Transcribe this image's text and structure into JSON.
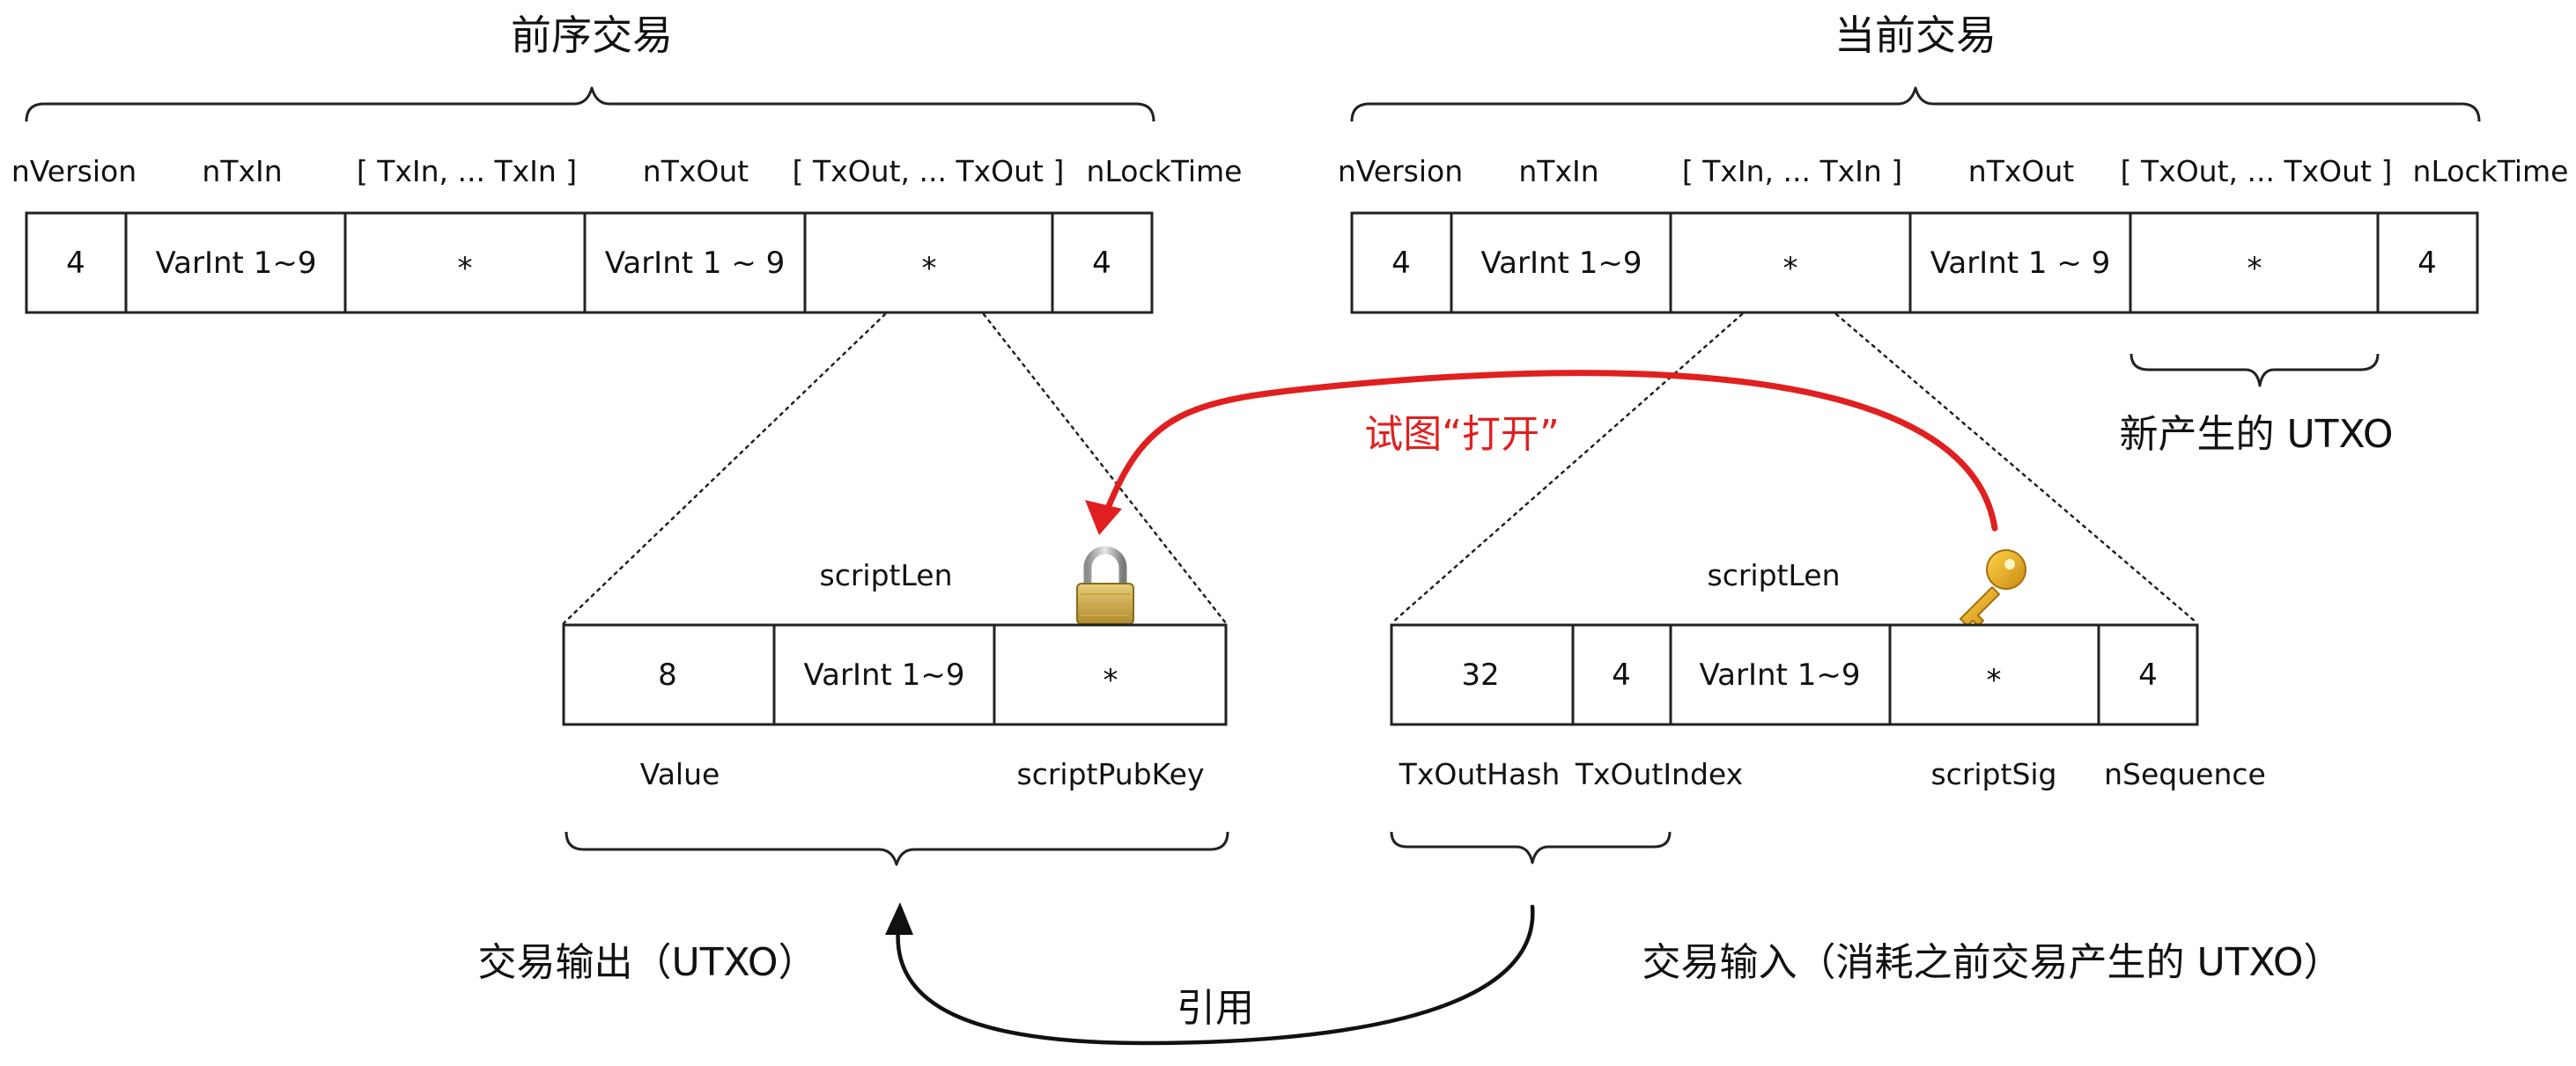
{
  "prev_tx": {
    "title": "前序交易",
    "field_labels": [
      "nVersion",
      "nTxIn",
      "[ TxIn, ... TxIn ]",
      "nTxOut",
      "[ TxOut, ... TxOut ]",
      "nLockTime"
    ],
    "cells": [
      "4",
      "VarInt 1~9",
      "*",
      "VarInt 1 ~ 9",
      "*",
      "4"
    ]
  },
  "cur_tx": {
    "title": "当前交易",
    "field_labels": [
      "nVersion",
      "nTxIn",
      "[ TxIn, ... TxIn ]",
      "nTxOut",
      "[ TxOut, ... TxOut ]",
      "nLockTime"
    ],
    "cells": [
      "4",
      "VarInt 1~9",
      "*",
      "VarInt 1 ~ 9",
      "*",
      "4"
    ],
    "new_utxo_label": "新产生的 UTXO"
  },
  "tx_output": {
    "script_len_label": "scriptLen",
    "cells": [
      "8",
      "VarInt 1~9",
      "*"
    ],
    "bottom_labels": [
      "Value",
      "scriptPubKey"
    ],
    "caption": "交易输出（UTXO）",
    "icon": "lock-icon"
  },
  "tx_input": {
    "script_len_label": "scriptLen",
    "cells": [
      "32",
      "4",
      "VarInt 1~9",
      "*",
      "4"
    ],
    "bottom_labels": [
      "TxOutHash",
      "TxOutIndex",
      "scriptSig",
      "nSequence"
    ],
    "caption": "交易输入（消耗之前交易产生的 UTXO）",
    "icon": "key-icon"
  },
  "arrows": {
    "try_open_label": "试图“打开”",
    "reference_label": "引用",
    "try_open_color": "#e02020",
    "reference_color": "#111111"
  }
}
